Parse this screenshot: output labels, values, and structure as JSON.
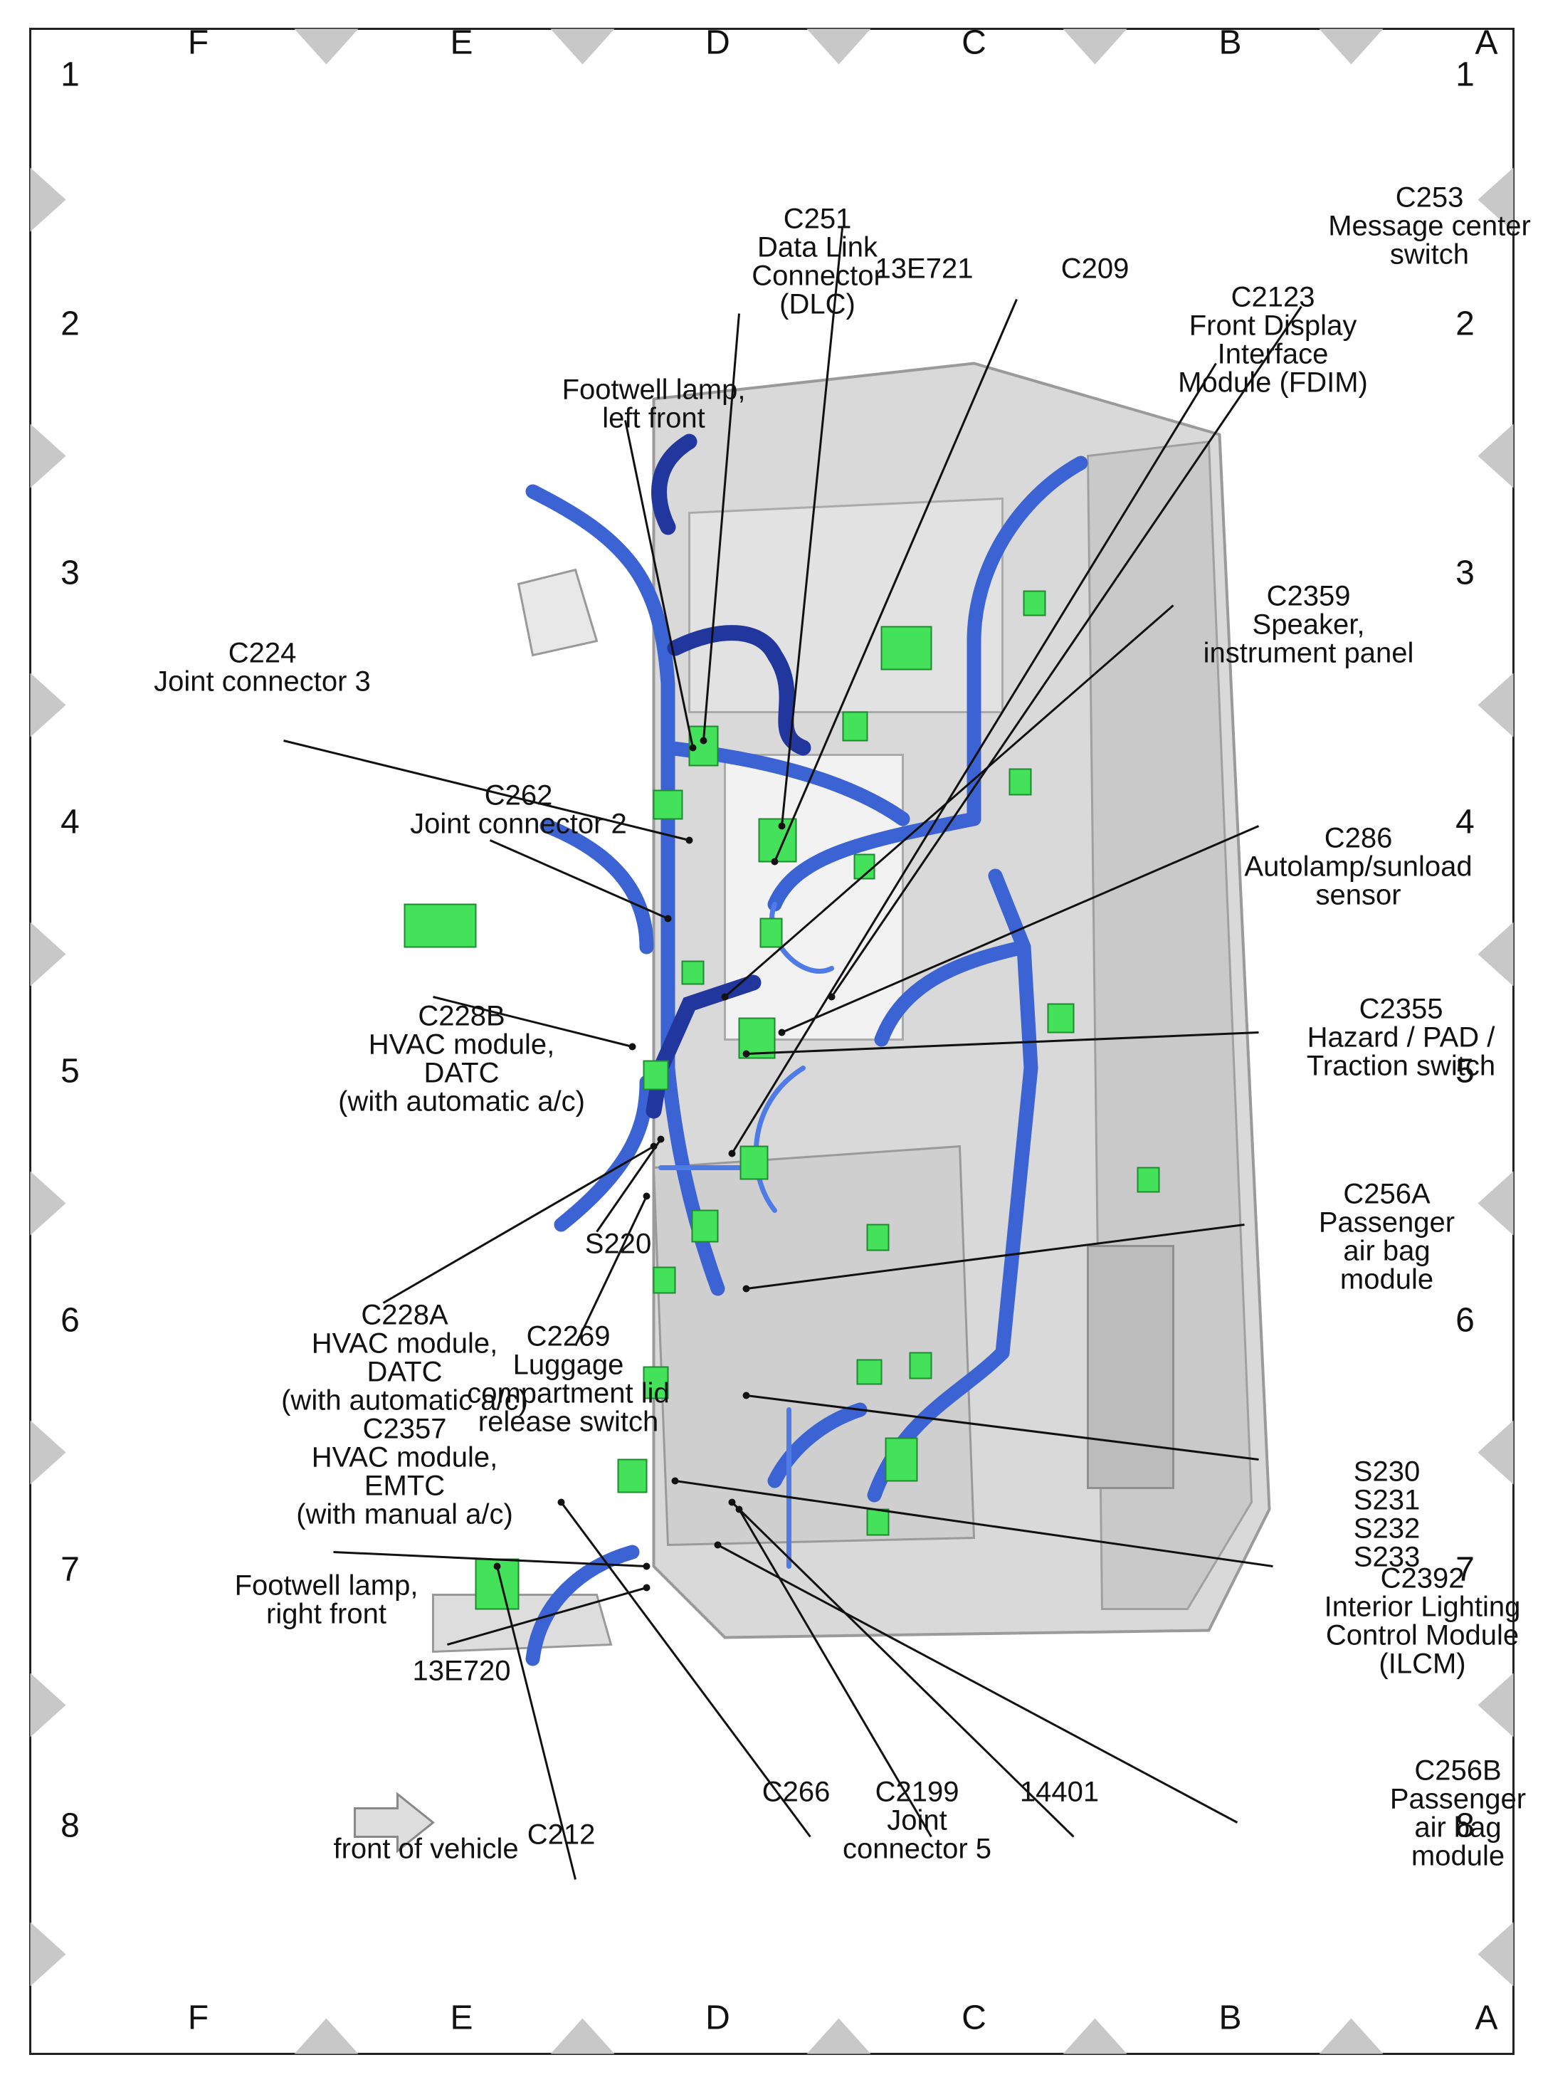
{
  "grid": {
    "rows": [
      "A",
      "B",
      "C",
      "D",
      "E",
      "F"
    ],
    "cols": [
      "1",
      "2",
      "3",
      "4",
      "5",
      "6",
      "7",
      "8"
    ]
  },
  "labels": {
    "c253": [
      "C253",
      "Message center",
      "switch"
    ],
    "c2123": [
      "C2123",
      "Front Display",
      "Interface",
      "Module (FDIM)"
    ],
    "c209": [
      "C209"
    ],
    "e13e721": [
      "13E721"
    ],
    "c251": [
      "C251",
      "Data Link",
      "Connector",
      "(DLC)"
    ],
    "fw_left": [
      "Footwell lamp,",
      "left front"
    ],
    "c224": [
      "C224",
      "Joint connector 3"
    ],
    "c2359": [
      "C2359",
      "Speaker,",
      "instrument panel"
    ],
    "c286": [
      "C286",
      "Autolamp/sunload",
      "sensor"
    ],
    "c262": [
      "C262",
      "Joint connector 2"
    ],
    "c2355": [
      "C2355",
      "Hazard / PAD /",
      "Traction switch"
    ],
    "c228b": [
      "C228B",
      "HVAC module,",
      "DATC",
      "(with automatic a/c)"
    ],
    "c256a": [
      "C256A",
      "Passenger",
      "air bag",
      "module"
    ],
    "s220": [
      "S220"
    ],
    "c2269": [
      "C2269",
      "Luggage",
      "compartment lid",
      "release switch"
    ],
    "c228a": [
      "C228A",
      "HVAC module,",
      "DATC",
      "(with automatic a/c)",
      "C2357",
      "HVAC module,",
      "EMTC",
      "(with manual a/c)"
    ],
    "s230": [
      "S230",
      "S231",
      "S232",
      "S233"
    ],
    "c2392": [
      "C2392",
      "Interior Lighting",
      "Control Module",
      "(ILCM)"
    ],
    "fw_right": [
      "Footwell lamp,",
      "right front"
    ],
    "e13e720": [
      "13E720"
    ],
    "c256b": [
      "C256B",
      "Passenger",
      "air bag",
      "module"
    ],
    "e14401": [
      "14401"
    ],
    "c2199": [
      "C2199",
      "Joint",
      "connector 5"
    ],
    "c266": [
      "C266"
    ],
    "c212": [
      "C212"
    ],
    "front_of_vehicle": "front of vehicle"
  },
  "colors": {
    "wire": "#3b63d4",
    "connector": "#43e25a",
    "panel": "#d9d9d9",
    "grid_marker": "#c8c8c8"
  }
}
